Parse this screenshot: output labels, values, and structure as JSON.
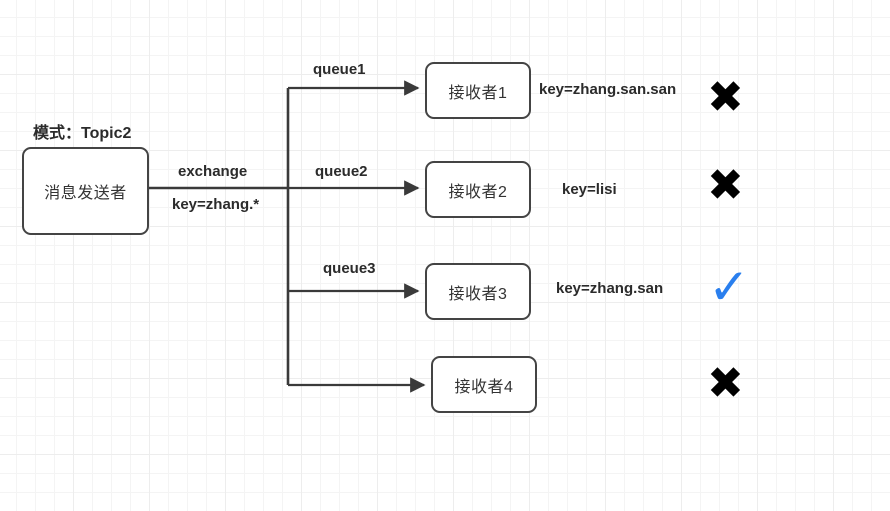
{
  "diagram": {
    "title": "模式：Topic2",
    "type": "flow-diagram",
    "sender": {
      "label": "消息发送者"
    },
    "exchange": {
      "label": "exchange",
      "routing_key_label": "key=zhang.*"
    },
    "branches": [
      {
        "queue_label": "queue1",
        "receiver_label": "接收者1",
        "binding_key_label": "key=zhang.san.san",
        "result": "fail",
        "result_glyph": "✖",
        "result_color": "#000000"
      },
      {
        "queue_label": "queue2",
        "receiver_label": "接收者2",
        "binding_key_label": "key=lisi",
        "result": "fail",
        "result_glyph": "✖",
        "result_color": "#000000"
      },
      {
        "queue_label": "queue3",
        "receiver_label": "接收者3",
        "binding_key_label": "key=zhang.san",
        "result": "pass",
        "result_glyph": "✓",
        "result_color": "#2a7fee"
      },
      {
        "queue_label": "",
        "receiver_label": "接收者4",
        "binding_key_label": "",
        "result": "fail",
        "result_glyph": "✖",
        "result_color": "#000000"
      }
    ]
  }
}
